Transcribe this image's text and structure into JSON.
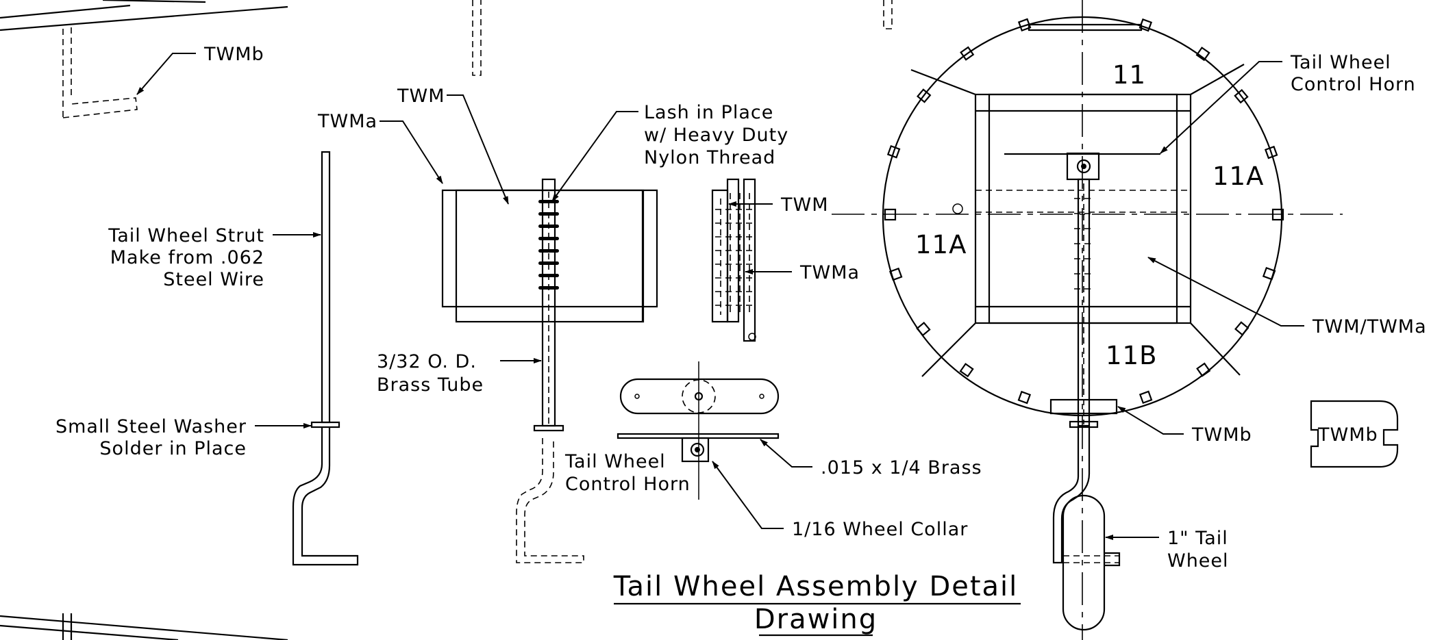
{
  "labels": {
    "twmb_top": "TWMb",
    "twm_left": "TWM",
    "twma_left": "TWMa",
    "lash_1": "Lash in Place",
    "lash_2": "w/ Heavy Duty",
    "lash_3": "Nylon Thread",
    "twm_side": "TWM",
    "twma_side": "TWMa",
    "strut_1": "Tail Wheel Strut",
    "strut_2": "Make from .062",
    "strut_3": "Steel Wire",
    "tube_1": "3/32 O. D.",
    "tube_2": "Brass Tube",
    "washer_1": "Small Steel Washer",
    "washer_2": "Solder in Place",
    "horn_mid_1": "Tail Wheel",
    "horn_mid_2": "Control Horn",
    "brass": ".015 x 1/4 Brass",
    "collar": "1/16 Wheel Collar",
    "horn_right_1": "Tail Wheel",
    "horn_right_2": "Control Horn",
    "twm_twma": "TWM/TWMa",
    "twmb_right": "TWMb",
    "twmb_part": "TWMb",
    "wheel_1": "1\" Tail",
    "wheel_2": "Wheel"
  },
  "former_ids": {
    "top": "11",
    "right": "11A",
    "left": "11A",
    "bottom": "11B"
  },
  "title": {
    "line1": "Tail Wheel Assembly Detail",
    "line2": "Drawing"
  }
}
